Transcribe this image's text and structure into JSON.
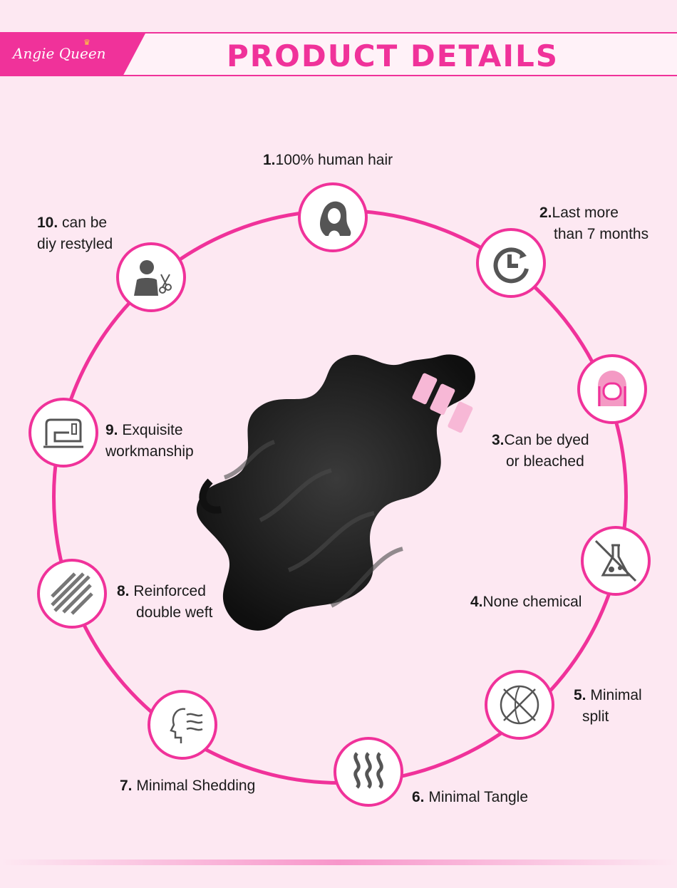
{
  "header": {
    "logo_text": "Angie Queen",
    "title": "PRODUCT DETAILS"
  },
  "colors": {
    "accent": "#f0329a",
    "background": "#fde8f2",
    "icon_gray": "#555555"
  },
  "features": [
    {
      "num": "1.",
      "line1": "100% human hair",
      "line2": "",
      "icon": "woman-hair-icon"
    },
    {
      "num": "2.",
      "line1": "Last more",
      "line2": "than 7 months",
      "icon": "clock-icon"
    },
    {
      "num": "3.",
      "line1": "Can be dyed",
      "line2": "or bleached",
      "icon": "dyed-hair-icon"
    },
    {
      "num": "4.",
      "line1": "None chemical",
      "line2": "",
      "icon": "no-chemical-flask-icon"
    },
    {
      "num": "5.",
      "line1": " Minimal",
      "line2": "split",
      "icon": "no-split-icon"
    },
    {
      "num": "6.",
      "line1": " Minimal Tangle",
      "line2": "",
      "icon": "wavy-lines-icon"
    },
    {
      "num": "7.",
      "line1": " Minimal Shedding",
      "line2": "",
      "icon": "flowing-hair-icon"
    },
    {
      "num": "8.",
      "line1": " Reinforced",
      "line2": "double weft",
      "icon": "weft-lines-icon"
    },
    {
      "num": "9.",
      "line1": " Exquisite",
      "line2": "workmanship",
      "icon": "sewing-machine-icon"
    },
    {
      "num": "10.",
      "line1": " can be",
      "line2": "diy restyled",
      "icon": "stylist-scissors-icon"
    }
  ],
  "product_image": "body-wave-hair-bundles"
}
